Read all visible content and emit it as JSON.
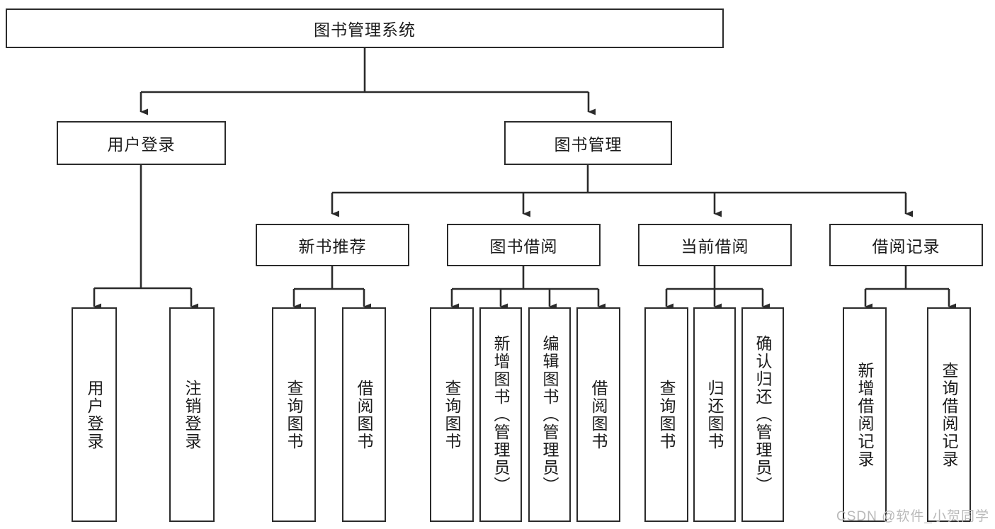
{
  "diagram": {
    "title": "图书管理系统",
    "orientation": "top-down-tree",
    "levels": 4,
    "root": {
      "label": "图书管理系统"
    },
    "level2": [
      {
        "label": "用户登录"
      },
      {
        "label": "图书管理"
      }
    ],
    "level3": [
      {
        "label": "新书推荐"
      },
      {
        "label": "图书借阅"
      },
      {
        "label": "当前借阅"
      },
      {
        "label": "借阅记录"
      }
    ],
    "leaves": {
      "user_login": [
        {
          "label": "用户登录"
        },
        {
          "label": "注销登录"
        }
      ],
      "new_book_recommend": [
        {
          "label": "查询图书"
        },
        {
          "label": "借阅图书"
        }
      ],
      "book_borrow": [
        {
          "label": "查询图书"
        },
        {
          "label": "新增图书（管理员）"
        },
        {
          "label": "编辑图书（管理员）"
        },
        {
          "label": "借阅图书"
        }
      ],
      "current_borrow": [
        {
          "label": "查询图书"
        },
        {
          "label": "归还图书"
        },
        {
          "label": "确认归还（管理员）"
        }
      ],
      "borrow_record": [
        {
          "label": "新增借阅记录"
        },
        {
          "label": "查询借阅记录"
        }
      ]
    },
    "colors": {
      "line": "#2b2b2b",
      "box_border": "#2b2b2b",
      "box_fill": "#ffffff",
      "text": "#1b1b1b",
      "watermark": "#b9b9b9"
    }
  },
  "watermark": {
    "text": "CSDN @软件_小贺同学"
  }
}
